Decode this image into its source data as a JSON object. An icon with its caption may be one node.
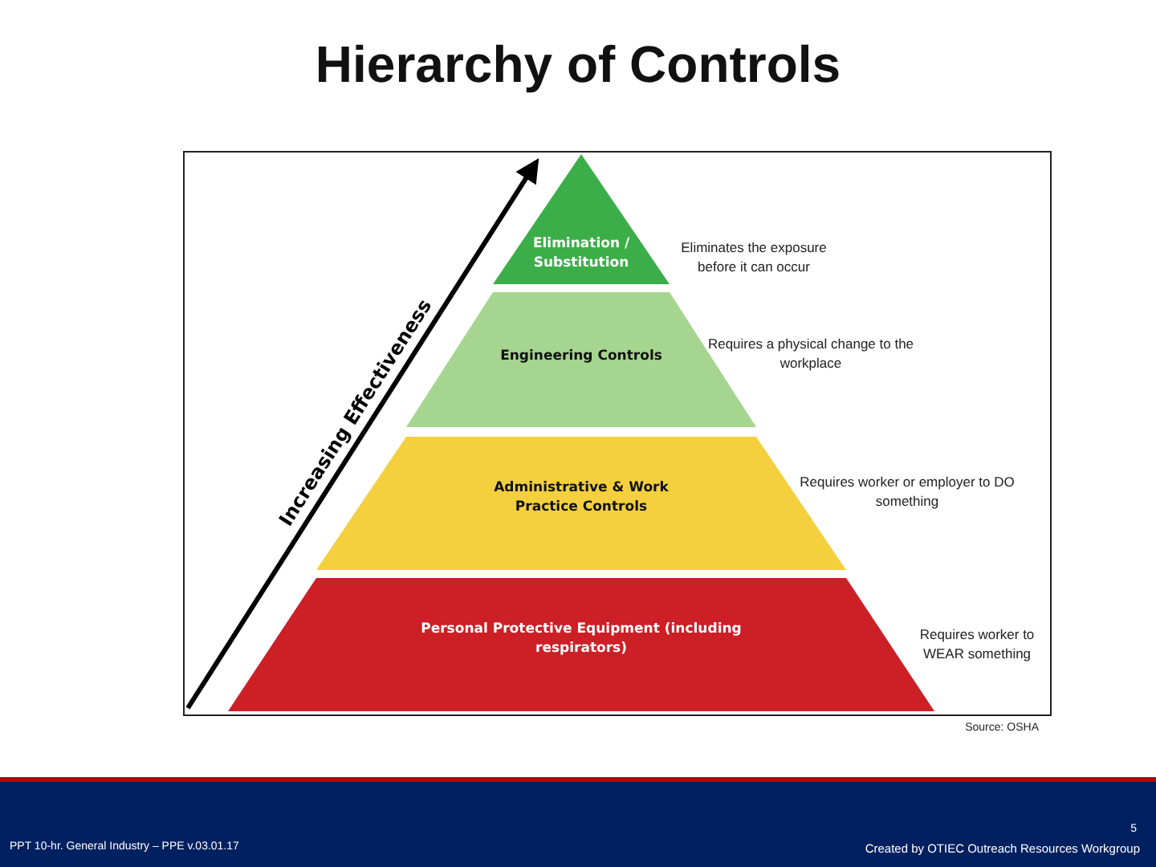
{
  "diagram": {
    "title": "Hierarchy of Controls",
    "nodes": [
      {
        "text": [
          "Elimination / Substitution"
        ],
        "beside": [
          "Eliminates the exposure before it can occur"
        ]
      },
      {
        "text": [
          "Engineering Controls"
        ],
        "beside": [
          "Requires a physical change to the workplace"
        ]
      },
      {
        "text": [
          "Administrative & Work Practice Controls"
        ],
        "beside": [
          "Requires worker or employer to DO something"
        ]
      },
      {
        "text": [
          "Personal Protective Equipment (including respirators)"
        ],
        "beside": [
          "Requires worker to WEAR something"
        ]
      }
    ],
    "labels": [
      "Increasing Effectiveness",
      "Source: OSHA",
      "PPT 10-hr. General Industry – PPE v.03.01.17",
      "5",
      "Created by OTIEC Outreach Resources Workgroup"
    ]
  }
}
